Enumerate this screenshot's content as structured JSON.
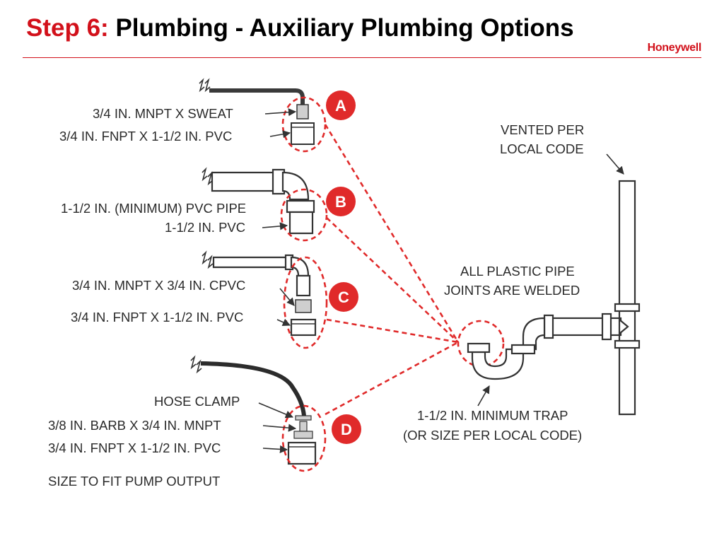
{
  "header": {
    "step": "Step 6:",
    "title": "Plumbing - Auxiliary Plumbing Options",
    "logo_text": "Honeywell"
  },
  "badges": [
    "A",
    "B",
    "C",
    "D"
  ],
  "labels": {
    "a_fitting_1": "3/4 IN. MNPT X SWEAT",
    "a_fitting_2": "3/4 IN. FNPT X 1-1/2 IN. PVC",
    "b_fitting_1": "1-1/2 IN. (MINIMUM) PVC PIPE",
    "b_fitting_2": "1-1/2 IN. PVC",
    "c_fitting_1": "3/4 IN. MNPT X 3/4 IN. CPVC",
    "c_fitting_2": "3/4 IN. FNPT X 1-1/2 IN. PVC",
    "d_fitting_1": "HOSE CLAMP",
    "d_fitting_2": "3/8 IN. BARB X 3/4 IN. MNPT",
    "d_fitting_3": "3/4 IN. FNPT X 1-1/2 IN. PVC",
    "d_note": "SIZE TO FIT PUMP OUTPUT",
    "vent_line_1": "VENTED PER",
    "vent_line_2": "LOCAL CODE",
    "joints_line_1": "ALL PLASTIC PIPE",
    "joints_line_2": "JOINTS  ARE WELDED",
    "trap_line_1": "1-1/2 IN. MINIMUM TRAP",
    "trap_line_2": "(OR SIZE PER LOCAL CODE)"
  },
  "colors": {
    "accent_red": "#d2101a",
    "callout_red": "#e02a2a",
    "text": "#2a2a2a"
  }
}
